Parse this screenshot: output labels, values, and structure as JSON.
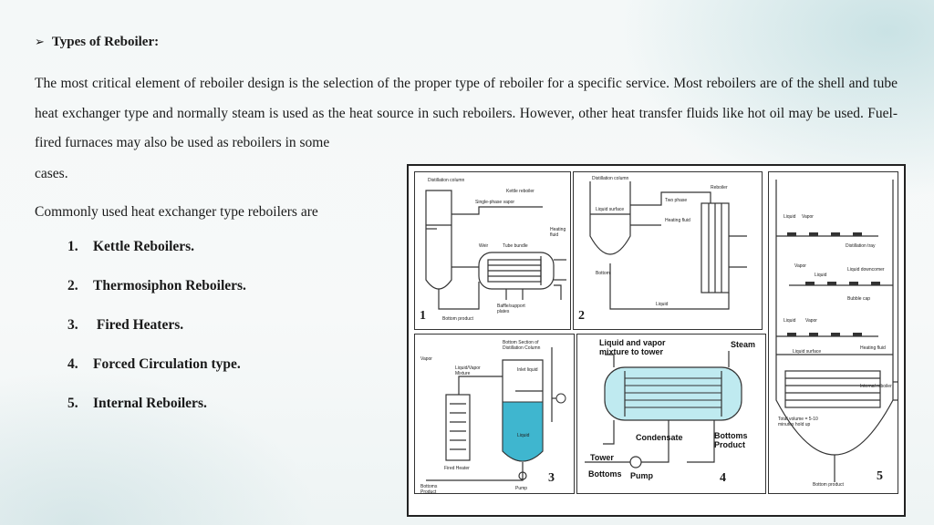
{
  "heading": {
    "bullet_icon": "arrow-bullet-icon",
    "text": "Types of Reboiler:"
  },
  "paragraph": "The most critical element of reboiler design is the selection of the proper type of reboiler for a specific service. Most reboilers are of the shell and tube heat exchanger type and normally steam is used as the heat source in such reboilers. However, other heat transfer fluids like hot oil may be used. Fuel-fired furnaces may also be used as reboilers in some",
  "paragraph_tail": "cases.",
  "intro": "Commonly used heat exchanger type reboilers are",
  "types": [
    {
      "num": "1.",
      "label": "Kettle Reboilers."
    },
    {
      "num": "2.",
      "label": "Thermosiphon Reboilers."
    },
    {
      "num": "3.",
      "label": " Fired Heaters."
    },
    {
      "num": "4.",
      "label": "Forced Circulation type."
    },
    {
      "num": "5.",
      "label": "Internal Reboilers."
    }
  ],
  "figure": {
    "p1": {
      "num": "1",
      "distillation_column": "Distillation column",
      "kettle_reboiler": "Kettle reboiler",
      "single_phase_vapor": "Single-phase vapor",
      "heating_fluid": "Heating fluid",
      "weir": "Weir",
      "tube_bundle": "Tube bundle",
      "baffle_plates": "Baffle/support plates",
      "bottom_product": "Bottom product"
    },
    "p2": {
      "num": "2",
      "distillation_column": "Distillation column",
      "reboiler": "Reboiler",
      "two_phase": "Two phase",
      "liquid_surface": "Liquid surface",
      "heating_fluid": "Heating fluid",
      "bottom": "Bottom",
      "liquid": "Liquid"
    },
    "p3": {
      "num": "3",
      "bottom_section": "Bottom Section of Distillation Column",
      "vapor": "Vapor",
      "liquid_vapor": "Liquid/Vapor Mixture",
      "inlet_liquid": "Inlet liquid",
      "fired_heater": "Fired Heater",
      "bottoms_product": "Bottoms Product",
      "pump": "Pump",
      "liquid": "Liquid"
    },
    "p4": {
      "num": "4",
      "liquid_vapor_line1": "Liquid and vapor",
      "liquid_vapor_line2": "mixture to tower",
      "steam": "Steam",
      "condensate": "Condensate",
      "tower_bottoms_line1": "Tower",
      "tower_bottoms_line2": "Bottoms",
      "pump": "Pump",
      "bottoms_product_line1": "Bottoms",
      "bottoms_product_line2": "Product"
    },
    "p5": {
      "num": "5",
      "liquid": "Liquid",
      "vapor": "Vapor",
      "distillation_tray": "Distillation tray",
      "liquid_downcomer": "Liquid downcomer",
      "bubble_cap": "Bubble cap",
      "liquid_surface": "Liquid surface",
      "heating_fluid": "Heating fluid",
      "internal_reboiler": "Internal reboiler",
      "total_volume": "Total volume = 5-10 minutes hold up",
      "bottom_product": "Bottom product"
    }
  }
}
